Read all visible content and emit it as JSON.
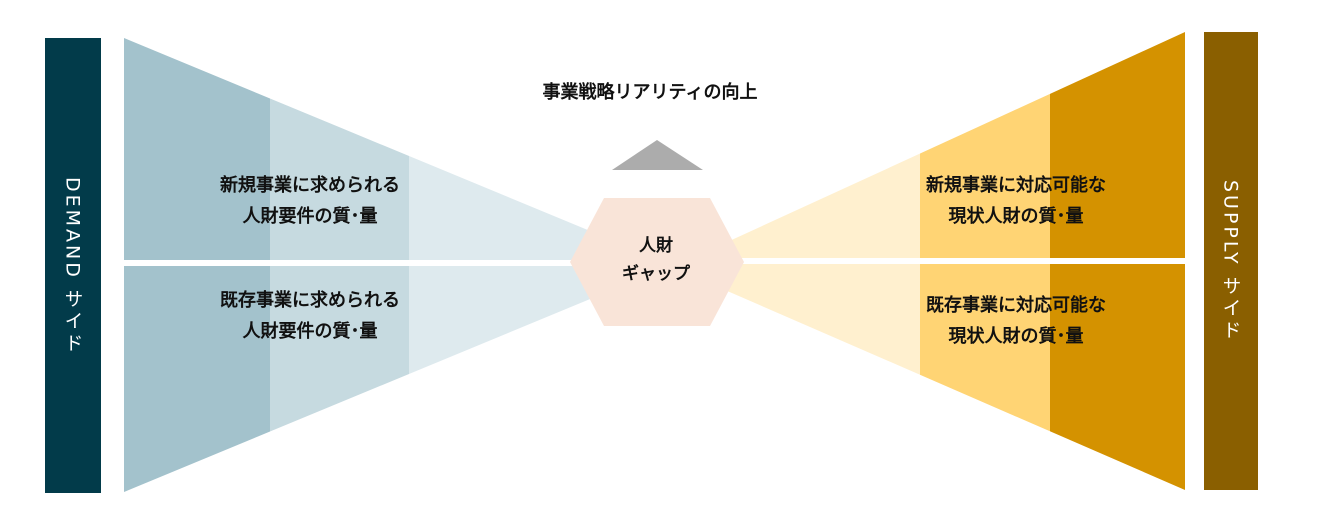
{
  "demand_side": {
    "label": "DEMAND サイド",
    "color": "#023b4a"
  },
  "supply_side": {
    "label": "SUPPLY サイド",
    "color": "#8a5f00"
  },
  "top_caption": "事業戦略リアリティの向上",
  "center": {
    "line1": "人財",
    "line2": "ギャップ",
    "color": "#f9e4d8"
  },
  "demand_blocks": [
    {
      "line1": "新規事業に求められる",
      "line2": "人財要件の質･量"
    },
    {
      "line1": "既存事業に求められる",
      "line2": "人財要件の質･量"
    }
  ],
  "supply_blocks": [
    {
      "line1": "新規事業に対応可能な",
      "line2": "現状人財の質･量"
    },
    {
      "line1": "既存事業に対応可能な",
      "line2": "現状人財の質･量"
    }
  ],
  "colors": {
    "demand_dark": "#a3c2cc",
    "demand_mid": "#c6dae0",
    "demand_light": "#deeaee",
    "supply_dark": "#d49200",
    "supply_mid": "#ffd474",
    "supply_light": "#fff0cf",
    "arrow": "#acacac"
  }
}
